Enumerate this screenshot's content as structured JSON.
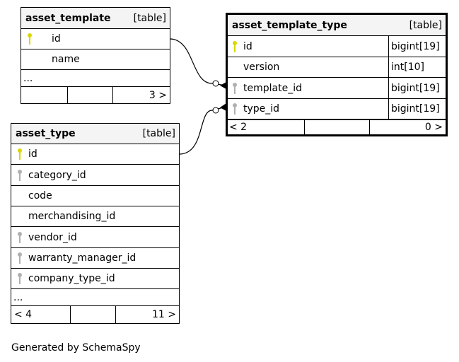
{
  "tables": {
    "asset_template": {
      "name": "asset_template",
      "kind": "[table]",
      "columns": [
        {
          "name": "id",
          "key": "pk"
        },
        {
          "name": "name",
          "key": ""
        }
      ],
      "ellipsis": "...",
      "footer": [
        "",
        "",
        "3 >"
      ]
    },
    "asset_template_type": {
      "name": "asset_template_type",
      "kind": "[table]",
      "columns": [
        {
          "name": "id",
          "type": "bigint[19]",
          "key": "pk"
        },
        {
          "name": "version",
          "type": "int[10]",
          "key": ""
        },
        {
          "name": "template_id",
          "type": "bigint[19]",
          "key": "fk"
        },
        {
          "name": "type_id",
          "type": "bigint[19]",
          "key": "fk"
        }
      ],
      "footer": [
        "< 2",
        "",
        "0 >"
      ]
    },
    "asset_type": {
      "name": "asset_type",
      "kind": "[table]",
      "columns": [
        {
          "name": "id",
          "key": "pk"
        },
        {
          "name": "category_id",
          "key": "fk"
        },
        {
          "name": "code",
          "key": ""
        },
        {
          "name": "merchandising_id",
          "key": ""
        },
        {
          "name": "vendor_id",
          "key": "fk"
        },
        {
          "name": "warranty_manager_id",
          "key": "fk"
        },
        {
          "name": "company_type_id",
          "key": "fk"
        }
      ],
      "ellipsis": "...",
      "footer": [
        "< 4",
        "",
        "11 >"
      ]
    }
  },
  "footer_text": "Generated by SchemaSpy"
}
